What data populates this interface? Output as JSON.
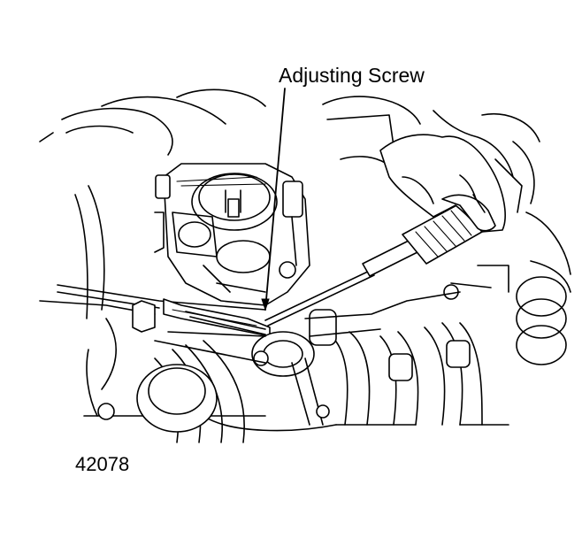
{
  "callout": {
    "label": "Adjusting Screw"
  },
  "figure": {
    "number": "42078"
  },
  "icons": {
    "engine": "engine-drawing",
    "hand": "hand-icon",
    "screwdriver": "screwdriver-icon",
    "carburetor": "carburetor-icon"
  },
  "colors": {
    "ink": "#000000",
    "paper": "#ffffff"
  }
}
